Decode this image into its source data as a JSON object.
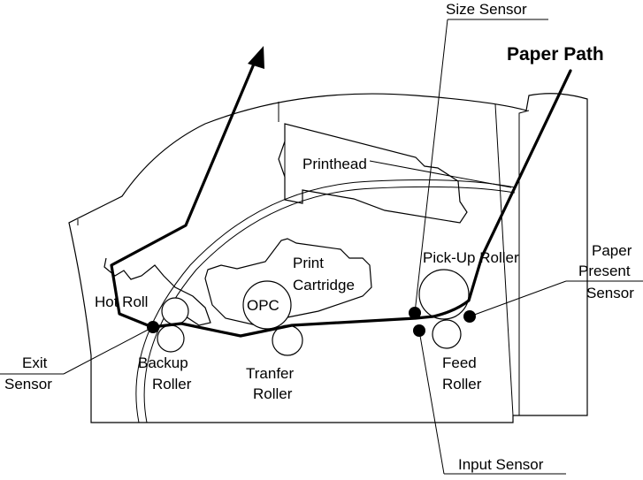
{
  "title": "Paper Path",
  "labels": {
    "size_sensor": "Size Sensor",
    "printhead": "Printhead",
    "print_cartridge_line1": "Print",
    "print_cartridge_line2": "Cartridge",
    "opc": "OPC",
    "pickup_roller": "Pick-Up Roller",
    "paper_present_line1": "Paper",
    "paper_present_line2": "Present",
    "paper_present_line3": "Sensor",
    "hot_roll": "Hot Roll",
    "exit_sensor_line1": "Exit",
    "exit_sensor_line2": "Sensor",
    "backup_roller_line1": "Backup",
    "backup_roller_line2": "Roller",
    "tranfer_roller_line1": "Tranfer",
    "tranfer_roller_line2": "Roller",
    "feed_roller_line1": "Feed",
    "feed_roller_line2": "Roller",
    "input_sensor": "Input Sensor"
  }
}
